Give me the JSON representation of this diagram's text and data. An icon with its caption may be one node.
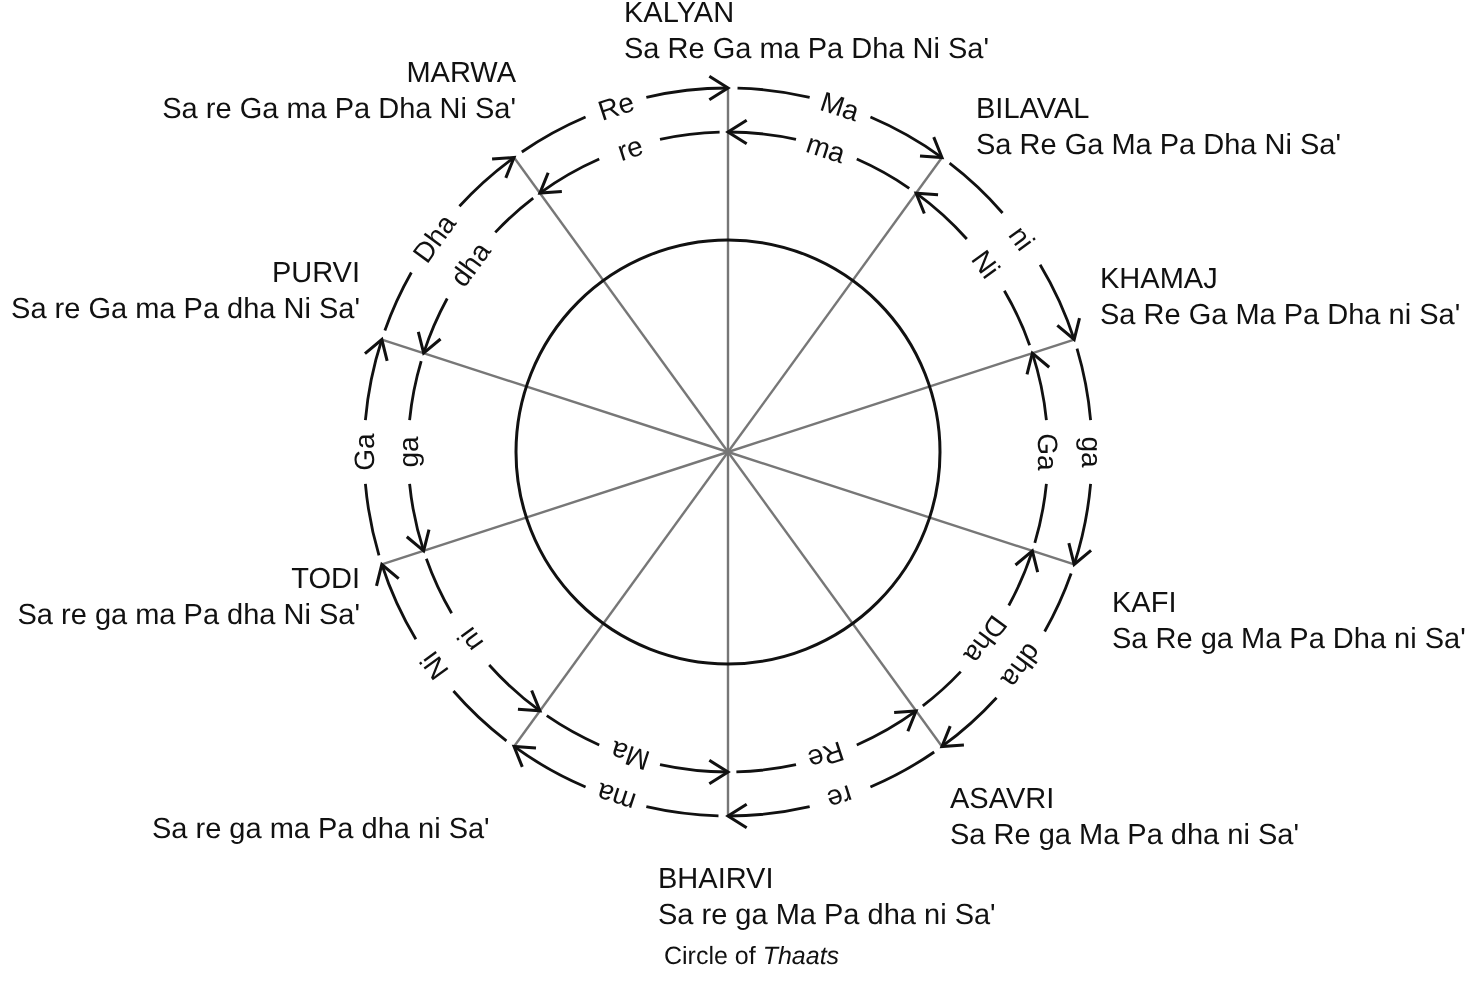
{
  "diagram": {
    "caption": "Circle of *Thaats*",
    "nodes": [
      {
        "text": [],
        "shape": "line",
        "beside": [
          "KALYAN",
          "Sa Re Ga ma Pa Dha Ni Sa'"
        ]
      },
      {
        "text": [],
        "shape": "line",
        "beside": [
          "BILAVAL",
          "Sa Re Ga Ma Pa Dha Ni Sa'"
        ]
      },
      {
        "text": [],
        "shape": "line",
        "beside": [
          "KHAMAJ",
          "Sa Re Ga Ma Pa Dha ni Sa'"
        ]
      },
      {
        "text": [],
        "shape": "line",
        "beside": [
          "KAFI",
          "Sa Re ga Ma Pa Dha ni Sa'"
        ]
      },
      {
        "text": [],
        "shape": "line",
        "beside": [
          "ASAVRI",
          "Sa Re ga Ma Pa dha ni Sa'"
        ]
      },
      {
        "text": [],
        "shape": "line",
        "beside": [
          "BHAIRVI",
          "Sa re ga Ma Pa dha ni Sa'"
        ]
      },
      {
        "text": [],
        "shape": "line",
        "beside": [
          "Sa re ga ma Pa dha ni Sa'"
        ]
      },
      {
        "text": [],
        "shape": "line",
        "beside": [
          "TODI",
          "Sa re ga ma Pa dha Ni Sa'"
        ]
      },
      {
        "text": [],
        "shape": "line",
        "beside": [
          "PURVI",
          "Sa re Ga ma Pa dha Ni Sa'"
        ]
      },
      {
        "text": [],
        "shape": "line",
        "beside": [
          "MARWA",
          "Sa re Ga ma Pa Dha Ni Sa'"
        ]
      },
      {
        "text": [],
        "shape": "circle"
      }
    ],
    "edges": [
      {
        "from": 0,
        "to": 1,
        "arrow": "to",
        "label": "Ma"
      },
      {
        "from": 1,
        "to": 0,
        "arrow": "to",
        "label": "ma"
      },
      {
        "from": 1,
        "to": 2,
        "arrow": "to",
        "label": "ni"
      },
      {
        "from": 2,
        "to": 1,
        "arrow": "to",
        "label": "Ni"
      },
      {
        "from": 2,
        "to": 3,
        "arrow": "to",
        "label": "ga"
      },
      {
        "from": 3,
        "to": 2,
        "arrow": "to",
        "label": "Ga"
      },
      {
        "from": 3,
        "to": 4,
        "arrow": "to",
        "label": "dha"
      },
      {
        "from": 4,
        "to": 3,
        "arrow": "to",
        "label": "Dha"
      },
      {
        "from": 4,
        "to": 5,
        "arrow": "to",
        "label": "re"
      },
      {
        "from": 5,
        "to": 4,
        "arrow": "to",
        "label": "Re"
      },
      {
        "from": 5,
        "to": 6,
        "arrow": "to",
        "label": "ma"
      },
      {
        "from": 6,
        "to": 5,
        "arrow": "to",
        "label": "Ma"
      },
      {
        "from": 6,
        "to": 7,
        "arrow": "to",
        "label": "Ni"
      },
      {
        "from": 7,
        "to": 6,
        "arrow": "to",
        "label": "ni"
      },
      {
        "from": 7,
        "to": 8,
        "arrow": "to",
        "label": "Ga"
      },
      {
        "from": 8,
        "to": 7,
        "arrow": "to",
        "label": "ga"
      },
      {
        "from": 8,
        "to": 9,
        "arrow": "to",
        "label": "Dha"
      },
      {
        "from": 9,
        "to": 8,
        "arrow": "to",
        "label": "dha"
      },
      {
        "from": 9,
        "to": 0,
        "arrow": "to",
        "label": "Re"
      },
      {
        "from": 0,
        "to": 9,
        "arrow": "to",
        "label": "re"
      }
    ]
  }
}
